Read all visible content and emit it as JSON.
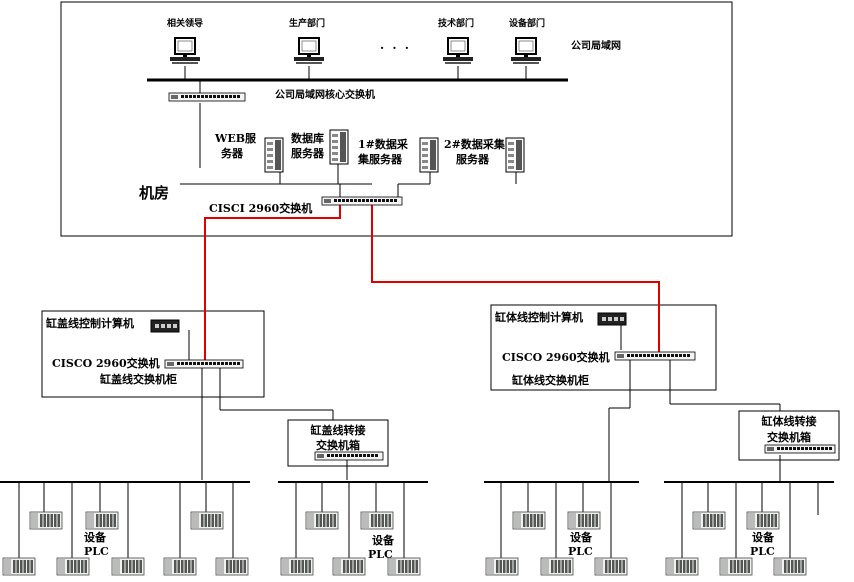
{
  "office": {
    "depts": [
      "相关领导",
      "生产部门",
      "技术部门",
      "设备部门"
    ],
    "ellipsis": "· · ·",
    "lan_label": "公司局域网",
    "core_switch": "公司局域网核心交换机"
  },
  "server_room": {
    "room_label": "机房",
    "web_server_1": "WEB服",
    "web_server_2": "务器",
    "db_server_1": "数据库",
    "db_server_2": "服务器",
    "acq1_1": "1#数据采",
    "acq1_2": "集服务器",
    "acq2_1": "2#数据采集",
    "acq2_2": "服务器",
    "switch_label": "CISCI 2960交换机"
  },
  "cabinet_left": {
    "pc_label": "缸盖线控制计算机",
    "switch_label": "CISCO 2960交换机",
    "cabinet_label": "缸盖线交换机柜",
    "transfer_1": "缸盖线转接",
    "transfer_2": "交换机箱",
    "plc_a_1": "设备",
    "plc_a_2": "PLC",
    "plc_b_1": "设备",
    "plc_b_2": "PLC"
  },
  "cabinet_right": {
    "pc_label": "缸体线控制计算机",
    "switch_label": "CISCO 2960交换机",
    "cabinet_label": "缸体线交换机柜",
    "transfer_1": "缸体线转接",
    "transfer_2": "交换机箱",
    "plc_a_1": "设备",
    "plc_a_2": "PLC",
    "plc_b_1": "设备",
    "plc_b_2": "PLC"
  },
  "colors": {
    "fiber": "#e00000",
    "line": "#000000",
    "device": "#333333"
  }
}
